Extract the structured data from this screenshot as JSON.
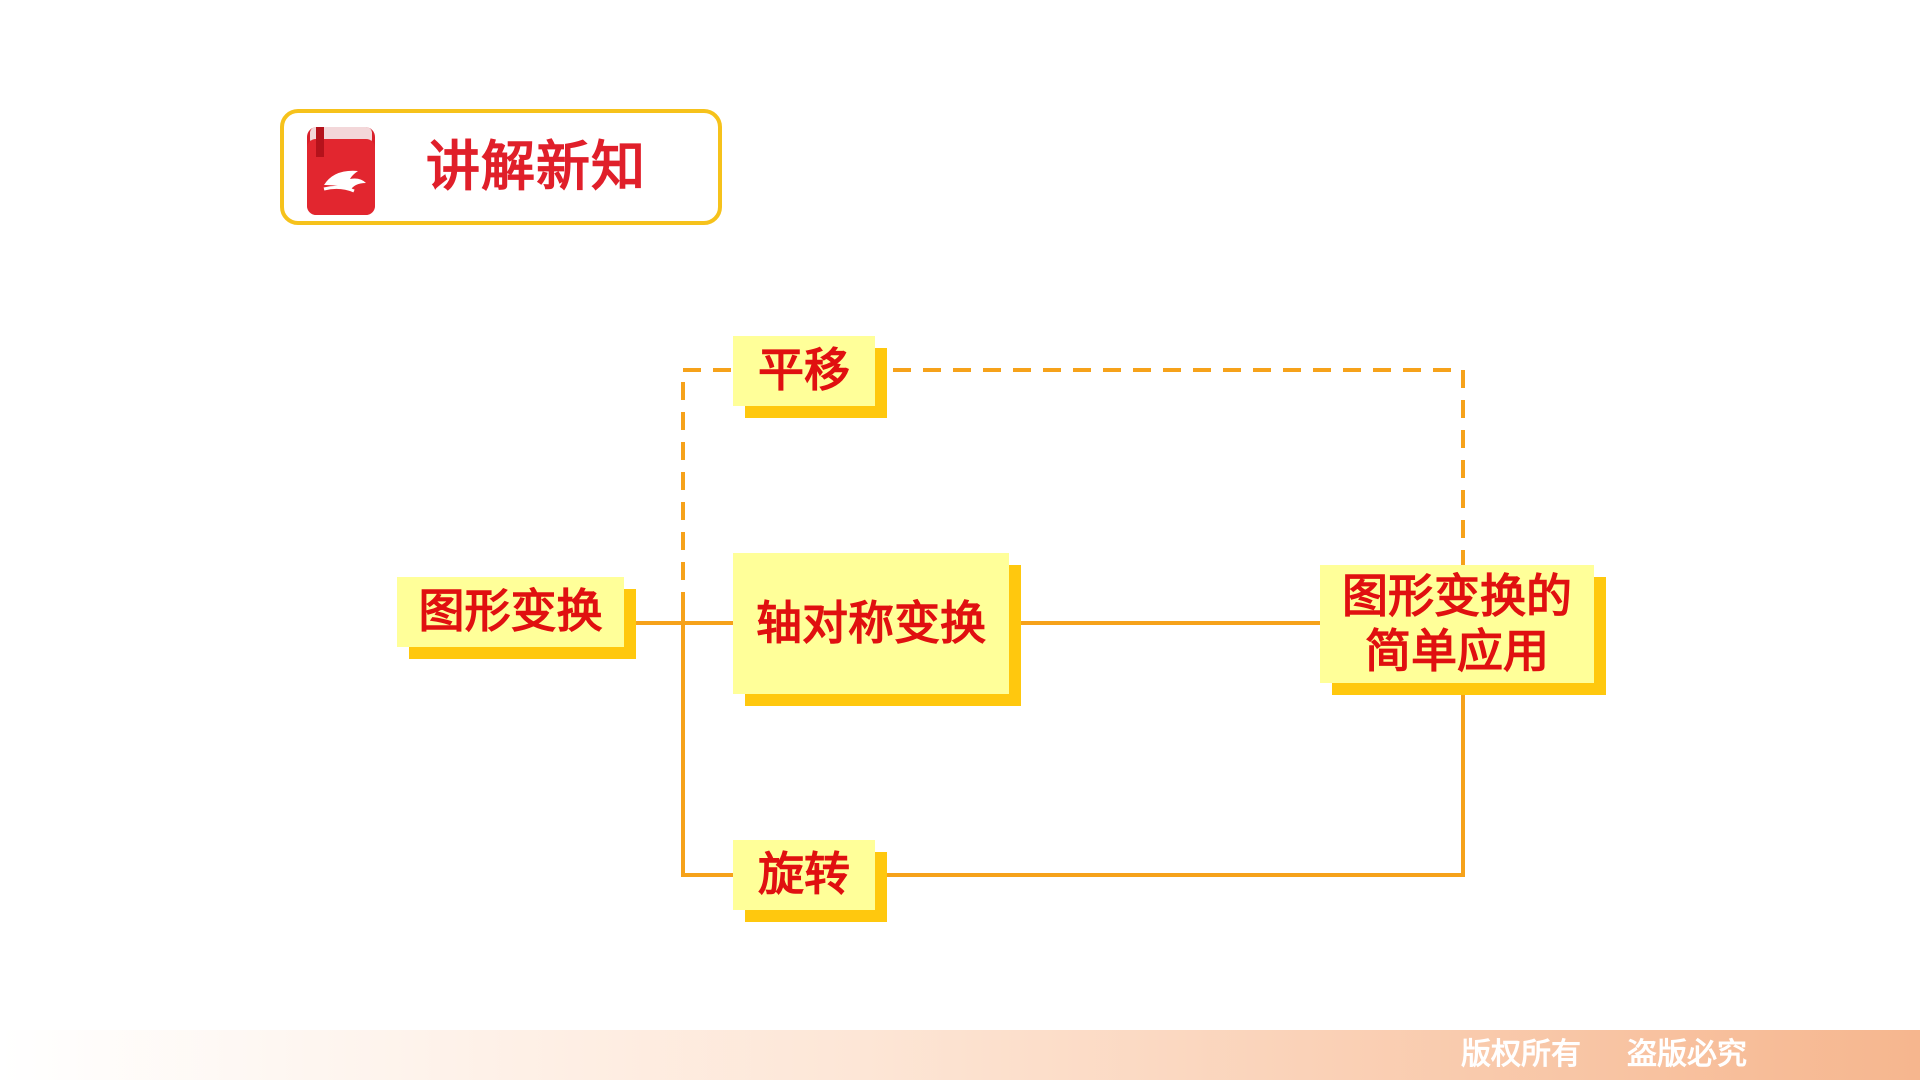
{
  "header": {
    "title": "讲解新知",
    "icon": "red-book-icon"
  },
  "diagram": {
    "nodes": {
      "root": "图形变换",
      "translation": "平移",
      "reflection": "轴对称变换",
      "rotation": "旋转",
      "application": "图形变换的\n简单应用"
    },
    "colors": {
      "line": "#f6a21a",
      "box": "#ffff99",
      "shadow": "#ffc80e",
      "text": "#e01010"
    }
  },
  "footer": {
    "copyright": "版权所有",
    "piracy": "盗版必究"
  }
}
